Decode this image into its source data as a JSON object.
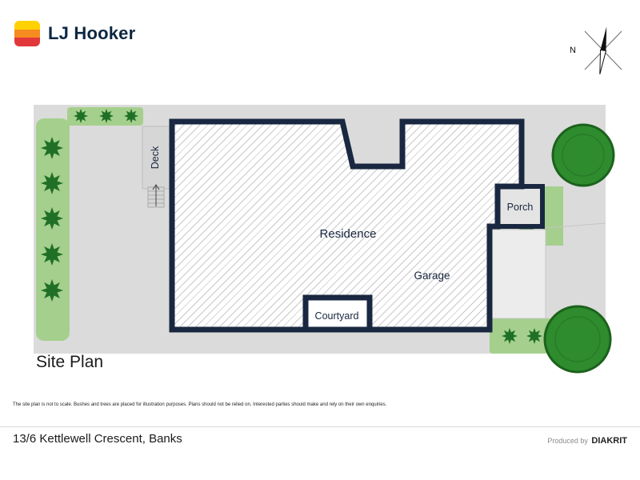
{
  "header": {
    "brand": "LJ Hooker",
    "compass_label": "N"
  },
  "site_plan": {
    "title": "Site Plan",
    "labels": {
      "deck": "Deck",
      "residence": "Residence",
      "garage": "Garage",
      "porch": "Porch",
      "courtyard": "Courtyard"
    }
  },
  "footer": {
    "disclaimer": "The site plan is not to scale. Bushes and trees are placed for illustration purposes. Plans should not be relied on. Interested parties should make and rely on their own enquiries.",
    "address": "13/6 Kettlewell Crescent, Banks",
    "produced_by": "Produced by",
    "producer": "DIAKRIT"
  },
  "colors": {
    "brand_navy": "#0d2742",
    "outline_navy": "#192740",
    "lot_gray": "#dbdbdb",
    "garden_green": "#a5cf8d",
    "tree_green": "#2e8b2e",
    "tree_edge_green": "#1c621c",
    "bush_green": "#1f7026",
    "logo_yellow": "#ffd100",
    "logo_orange": "#f68b1f",
    "logo_red": "#e2383c"
  }
}
